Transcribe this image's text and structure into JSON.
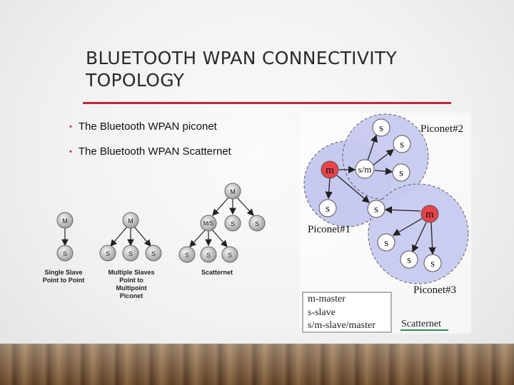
{
  "title": {
    "line1": "BLUETOOTH  WPAN CONNECTIVITY",
    "line2": "TOPOLOGY"
  },
  "bullets": [
    "The Bluetooth WPAN piconet",
    "The Bluetooth WPAN Scatternet"
  ],
  "left_diagram": {
    "node_labels": {
      "master": "M",
      "slave": "S",
      "master_slave": "M/S"
    },
    "captions": {
      "single": [
        "Single Slave",
        "Point to Point"
      ],
      "multiple": [
        "Multiple Slaves",
        "Point to",
        "Multipoint",
        "Piconet"
      ],
      "scatternet": [
        "Scatternet"
      ]
    }
  },
  "right_diagram": {
    "node_labels": {
      "master": "m",
      "slave": "s",
      "master_slave": "s/m"
    },
    "piconets": [
      "Piconet#1",
      "Piconet#2",
      "Piconet#3"
    ],
    "legend": [
      "m-master",
      "s-slave",
      "s/m-slave/master"
    ],
    "caption": "Scatternet"
  },
  "colors": {
    "accent": "#c0273a",
    "master_node": "#e8434a",
    "piconet_fill": "#c7c9f0",
    "caption_underline": "#2e8b57"
  }
}
